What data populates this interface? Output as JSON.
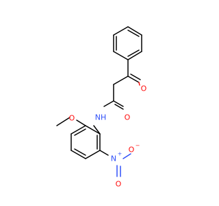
{
  "molecule": {
    "atoms": {
      "carbonyl_o1": "O",
      "amide_o": "O",
      "amide_nh": "NH",
      "methoxy_o": "O",
      "nitro_n": "N",
      "nitro_n_charge": "+",
      "nitro_o_single": "O",
      "nitro_o_single_charge": "−",
      "nitro_o_double": "O"
    },
    "colors": {
      "carbon": "#000000",
      "oxygen": "#ff0d0d",
      "nitrogen": "#3050f8",
      "background": "#ffffff"
    }
  }
}
